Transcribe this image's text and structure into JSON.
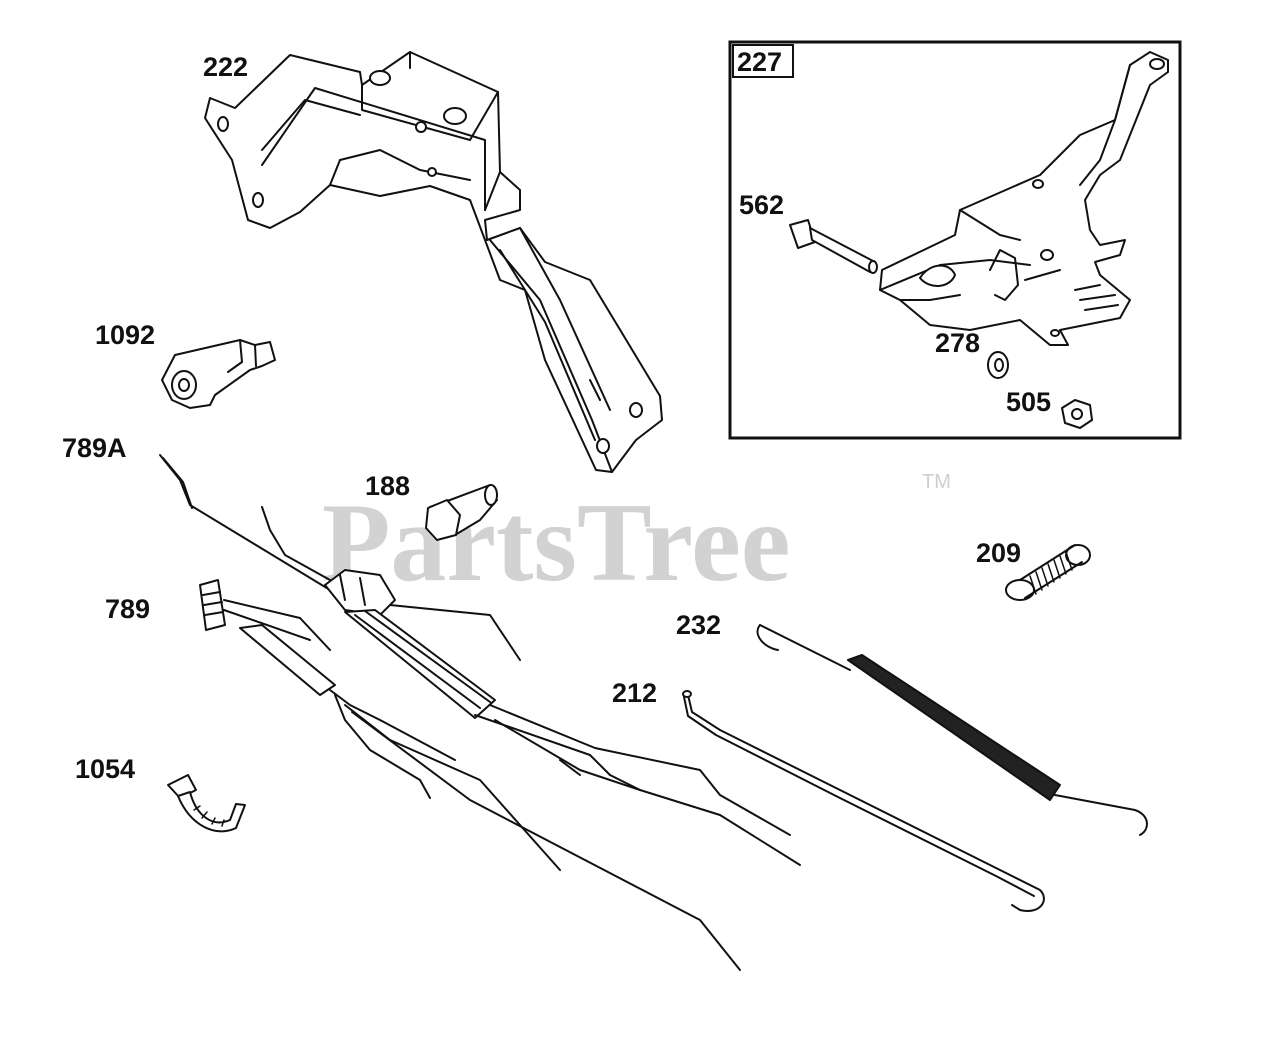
{
  "watermark": {
    "text": "PartsTree",
    "trademark": "TM"
  },
  "inset": {
    "label": "227"
  },
  "parts": [
    {
      "id": "222",
      "label": "222"
    },
    {
      "id": "562",
      "label": "562"
    },
    {
      "id": "278",
      "label": "278"
    },
    {
      "id": "505",
      "label": "505"
    },
    {
      "id": "1092",
      "label": "1092"
    },
    {
      "id": "789A",
      "label": "789A"
    },
    {
      "id": "188",
      "label": "188"
    },
    {
      "id": "209",
      "label": "209"
    },
    {
      "id": "789",
      "label": "789"
    },
    {
      "id": "232",
      "label": "232"
    },
    {
      "id": "212",
      "label": "212"
    },
    {
      "id": "1054",
      "label": "1054"
    }
  ],
  "colors": {
    "line": "#111111",
    "watermark": "#d2d2d2",
    "background": "#ffffff"
  }
}
